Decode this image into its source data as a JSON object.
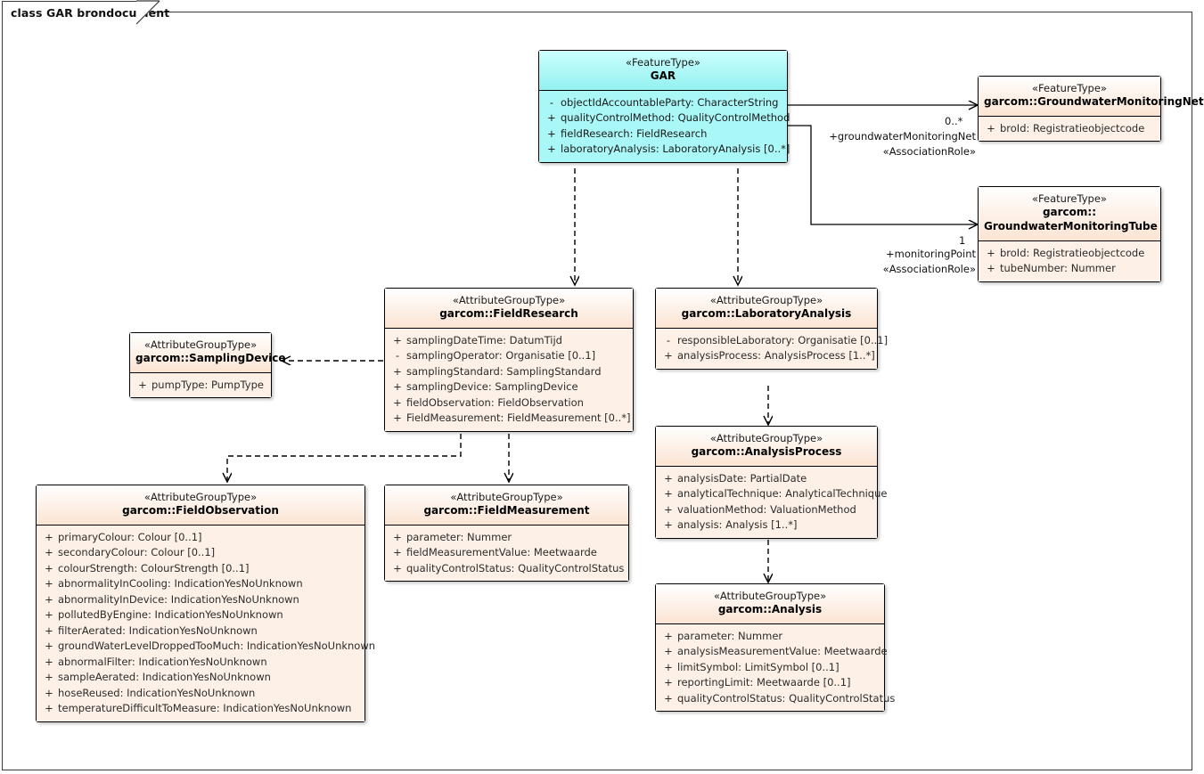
{
  "diagram": {
    "frame_title": "class GAR brondocument",
    "colors": {
      "highlight_fill": "#aaf7f7",
      "class_fill": "#fdf0e6",
      "border": "#000000",
      "line": "#000000"
    }
  },
  "classes": {
    "gar": {
      "stereotype": "«FeatureType»",
      "name": "GAR",
      "attributes": [
        {
          "vis": "-",
          "text": "objectIdAccountableParty: CharacterString"
        },
        {
          "vis": "+",
          "text": "qualityControlMethod: QualityControlMethod"
        },
        {
          "vis": "+",
          "text": "fieldResearch: FieldResearch"
        },
        {
          "vis": "+",
          "text": "laboratoryAnalysis: LaboratoryAnalysis [0..*]"
        }
      ]
    },
    "gwmnet": {
      "stereotype": "«FeatureType»",
      "name": "garcom::GroundwaterMonitoringNet",
      "attributes": [
        {
          "vis": "+",
          "text": "broId: Registratieobjectcode"
        }
      ]
    },
    "gwmtube": {
      "stereotype": "«FeatureType»",
      "name": "garcom::\nGroundwaterMonitoringTube",
      "name_line1": "garcom::",
      "name_line2": "GroundwaterMonitoringTube",
      "attributes": [
        {
          "vis": "+",
          "text": "broId: Registratieobjectcode"
        },
        {
          "vis": "+",
          "text": "tubeNumber: Nummer"
        }
      ]
    },
    "fieldresearch": {
      "stereotype": "«AttributeGroupType»",
      "name": "garcom::FieldResearch",
      "attributes": [
        {
          "vis": "+",
          "text": "samplingDateTime: DatumTijd"
        },
        {
          "vis": "-",
          "text": "samplingOperator: Organisatie [0..1]"
        },
        {
          "vis": "+",
          "text": "samplingStandard: SamplingStandard"
        },
        {
          "vis": "+",
          "text": "samplingDevice: SamplingDevice"
        },
        {
          "vis": "+",
          "text": "fieldObservation: FieldObservation"
        },
        {
          "vis": "+",
          "text": "FieldMeasurement: FieldMeasurement [0..*]"
        }
      ]
    },
    "laboratoryanalysis": {
      "stereotype": "«AttributeGroupType»",
      "name": "garcom::LaboratoryAnalysis",
      "attributes": [
        {
          "vis": "-",
          "text": "responsibleLaboratory: Organisatie [0..1]"
        },
        {
          "vis": "+",
          "text": "analysisProcess: AnalysisProcess [1..*]"
        }
      ]
    },
    "samplingdevice": {
      "stereotype": "«AttributeGroupType»",
      "name": "garcom::SamplingDevice",
      "attributes": [
        {
          "vis": "+",
          "text": "pumpType: PumpType"
        }
      ]
    },
    "fieldobservation": {
      "stereotype": "«AttributeGroupType»",
      "name": "garcom::FieldObservation",
      "attributes": [
        {
          "vis": "+",
          "text": "primaryColour: Colour [0..1]"
        },
        {
          "vis": "+",
          "text": "secondaryColour: Colour [0..1]"
        },
        {
          "vis": "+",
          "text": "colourStrength: ColourStrength [0..1]"
        },
        {
          "vis": "+",
          "text": "abnormalityInCooling: IndicationYesNoUnknown"
        },
        {
          "vis": "+",
          "text": "abnormalityInDevice: IndicationYesNoUnknown"
        },
        {
          "vis": "+",
          "text": "pollutedByEngine: IndicationYesNoUnknown"
        },
        {
          "vis": "+",
          "text": "filterAerated: IndicationYesNoUnknown"
        },
        {
          "vis": "+",
          "text": "groundWaterLevelDroppedTooMuch: IndicationYesNoUnknown"
        },
        {
          "vis": "+",
          "text": "abnormalFilter: IndicationYesNoUnknown"
        },
        {
          "vis": "+",
          "text": "sampleAerated: IndicationYesNoUnknown"
        },
        {
          "vis": "+",
          "text": "hoseReused: IndicationYesNoUnknown"
        },
        {
          "vis": "+",
          "text": "temperatureDifficultToMeasure: IndicationYesNoUnknown"
        }
      ]
    },
    "fieldmeasurement": {
      "stereotype": "«AttributeGroupType»",
      "name": "garcom::FieldMeasurement",
      "attributes": [
        {
          "vis": "+",
          "text": "parameter: Nummer"
        },
        {
          "vis": "+",
          "text": "fieldMeasurementValue: Meetwaarde"
        },
        {
          "vis": "+",
          "text": "qualityControlStatus: QualityControlStatus"
        }
      ]
    },
    "analysisprocess": {
      "stereotype": "«AttributeGroupType»",
      "name": "garcom::AnalysisProcess",
      "attributes": [
        {
          "vis": "+",
          "text": "analysisDate: PartialDate"
        },
        {
          "vis": "+",
          "text": "analyticalTechnique: AnalyticalTechnique"
        },
        {
          "vis": "+",
          "text": "valuationMethod: ValuationMethod"
        },
        {
          "vis": "+",
          "text": "analysis: Analysis [1..*]"
        }
      ]
    },
    "analysis": {
      "stereotype": "«AttributeGroupType»",
      "name": "garcom::Analysis",
      "attributes": [
        {
          "vis": "+",
          "text": "parameter: Nummer"
        },
        {
          "vis": "+",
          "text": "analysisMeasurementValue: Meetwaarde"
        },
        {
          "vis": "+",
          "text": "limitSymbol: LimitSymbol [0..1]"
        },
        {
          "vis": "+",
          "text": "reportingLimit: Meetwaarde [0..1]"
        },
        {
          "vis": "+",
          "text": "qualityControlStatus: QualityControlStatus"
        }
      ]
    }
  },
  "connectors": {
    "gar_to_gwmnet": {
      "multiplicity": "0..*",
      "role": "+groundwaterMonitoringNet",
      "stereotype": "«AssociationRole»"
    },
    "gar_to_gwmtube": {
      "multiplicity": "1",
      "role": "+monitoringPoint",
      "stereotype": "«AssociationRole»"
    }
  }
}
